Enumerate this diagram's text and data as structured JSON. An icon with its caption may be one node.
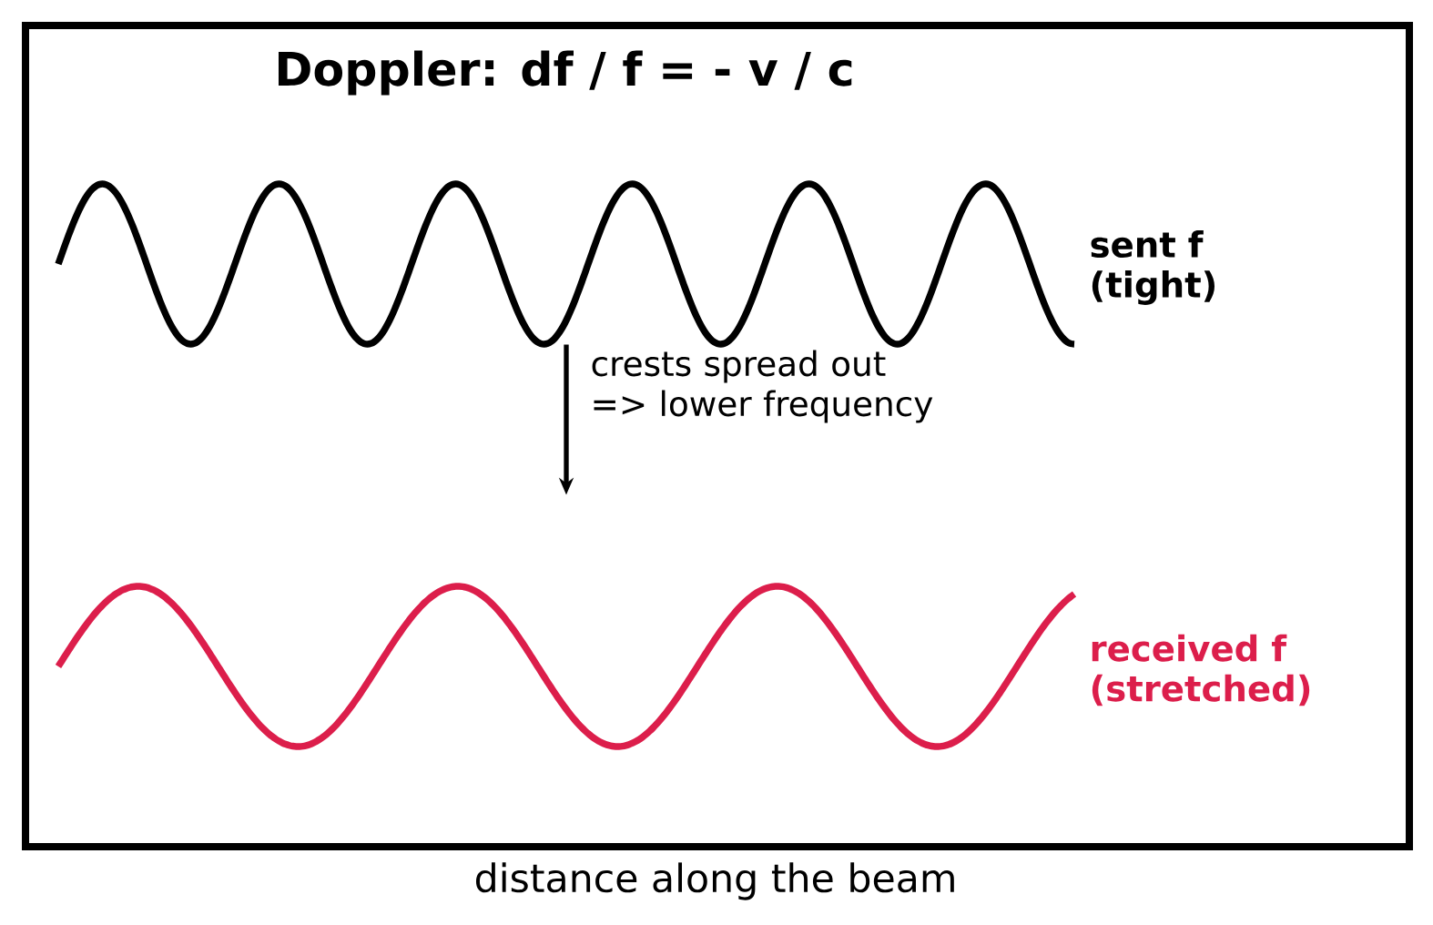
{
  "diagram": {
    "title": "Doppler:  df / f = - v / c",
    "caption": "distance along the beam",
    "nodes": [
      {
        "text": [],
        "shape": "picture",
        "beside": [
          "sent f (tight)"
        ]
      },
      {
        "text": [],
        "shape": "picture",
        "beside": [
          "received f (stretched)"
        ]
      }
    ],
    "edges": [
      {
        "from": 0,
        "to": 1,
        "arrow": "to",
        "label": "crests spread out => lower frequency"
      }
    ]
  }
}
